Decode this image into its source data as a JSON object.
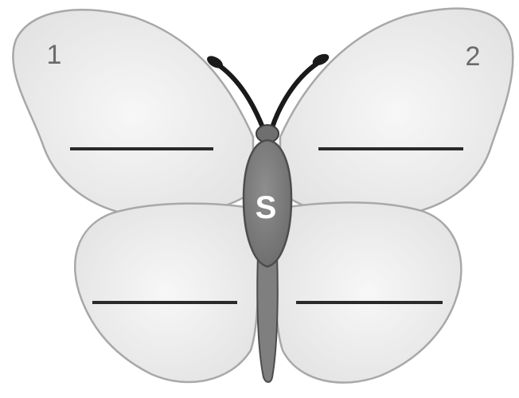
{
  "labels": {
    "left_wing_number": "1",
    "right_wing_number": "2",
    "body_letter": "S"
  },
  "answer_blanks": [
    "",
    "",
    "",
    ""
  ],
  "colors": {
    "wing_outline": "#a8a8a8",
    "wing_fill": "#efefef",
    "body_fill": "#7a7a7a",
    "body_outline": "#4d4d4d",
    "antenna": "#1a1a1a",
    "blank_line": "#2a2a2a",
    "body_letter": "#ffffff",
    "number_text": "#6a6a6a"
  }
}
